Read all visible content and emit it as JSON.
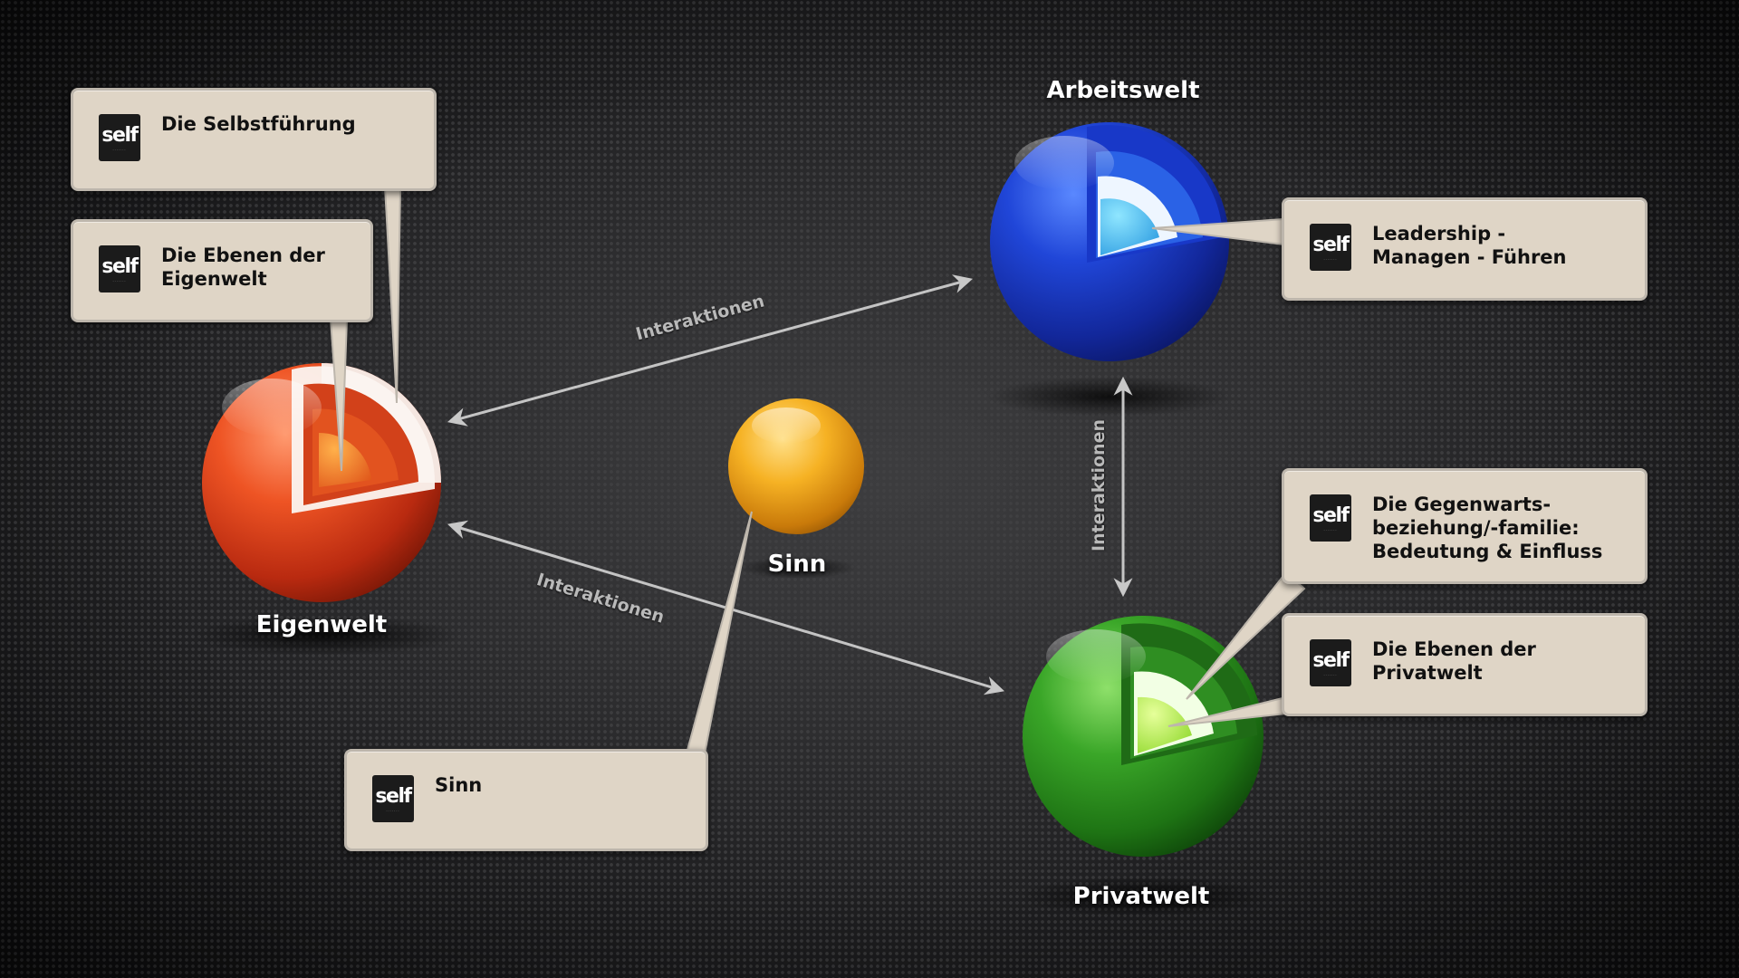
{
  "spheres": {
    "eigenwelt": {
      "label": "Eigenwelt",
      "color": "#d63a1a"
    },
    "arbeitswelt": {
      "label": "Arbeitswelt",
      "color": "#1a3ab8"
    },
    "privatwelt": {
      "label": "Privatwelt",
      "color": "#2f9a22"
    },
    "sinn": {
      "label": "Sinn",
      "color": "#f0a81c"
    }
  },
  "arrows": {
    "top": "Interaktionen",
    "bottom": "Interaktionen",
    "vertical": "Interaktionen"
  },
  "callouts": {
    "selbstfuehrung": {
      "logo": "self",
      "text": "Die Selbstführung"
    },
    "ebenen_eigenwelt": {
      "logo": "self",
      "text": "Die Ebenen der\nEigenwelt"
    },
    "leadership": {
      "logo": "self",
      "text": "Leadership -\nManagen - Führen"
    },
    "gegenwart": {
      "logo": "self",
      "text": "Die Gegenwarts-\nbeziehung/-familie:\nBedeutung & Einfluss"
    },
    "ebenen_privatwelt": {
      "logo": "self",
      "text": "Die Ebenen der\nPrivatwelt"
    },
    "sinn": {
      "logo": "self",
      "text": "Sinn"
    }
  }
}
